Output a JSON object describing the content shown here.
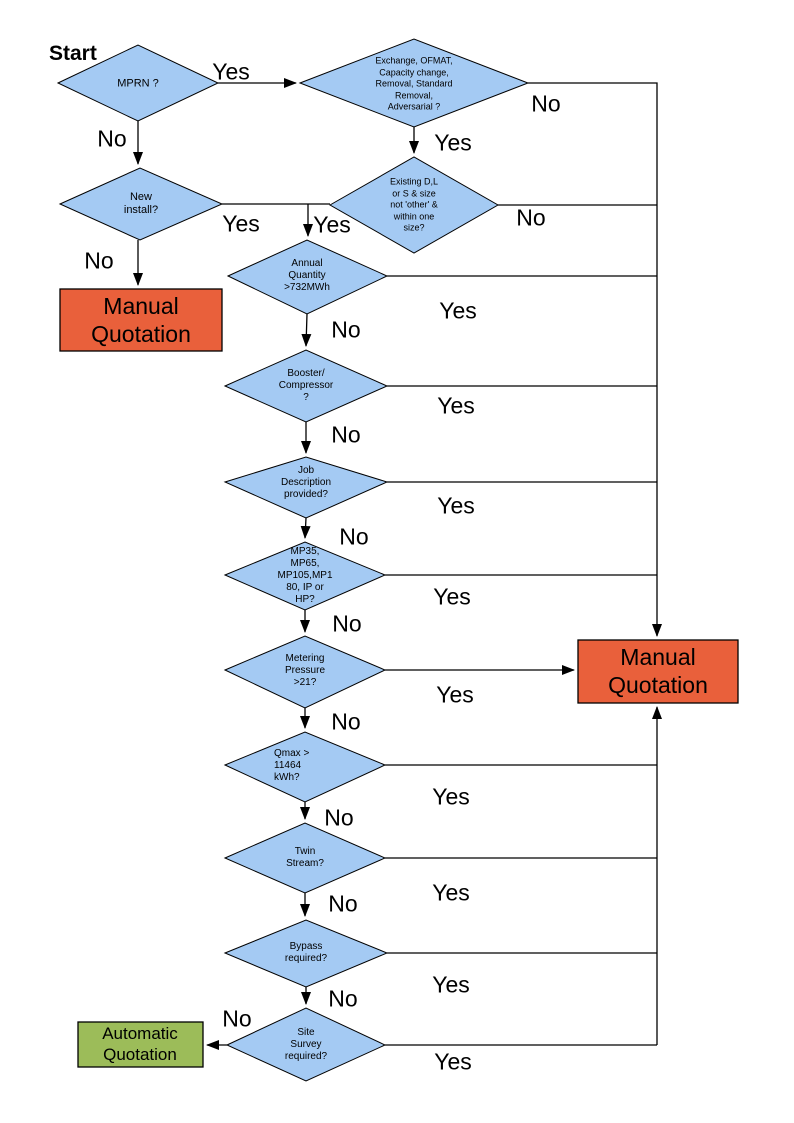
{
  "colors": {
    "decision_fill": "#A4CAF3",
    "decision_border": "#000000",
    "manual_fill": "#E9603B",
    "automatic_fill": "#9CBC59",
    "line": "#000000"
  },
  "start_label": "Start",
  "nodes": {
    "mprn": {
      "label": "MPRN ?"
    },
    "exchange": {
      "label": "Exchange, OFMAT,\nCapacity change,\nRemoval, Standard\nRemoval,\nAdversarial ?"
    },
    "new_install": {
      "label": "New\ninstall?"
    },
    "existing": {
      "label": "Existing D,L\nor S & size\nnot 'other' &\nwithin one\nsize?"
    },
    "annual_quantity": {
      "label": "Annual\nQuantity\n>732MWh"
    },
    "booster": {
      "label": "Booster/\nCompressor\n?"
    },
    "job_description": {
      "label": "Job\nDescription\nprovided?"
    },
    "pressure_tier": {
      "label": "MP35,\nMP65,\nMP105,MP1\n80, IP or\nHP?"
    },
    "metering_pressure": {
      "label": "Metering\nPressure\n>21?"
    },
    "qmax": {
      "label": "Qmax >\n11464\nkWh?"
    },
    "twin_stream": {
      "label": "Twin\nStream?"
    },
    "bypass": {
      "label": "Bypass\nrequired?"
    },
    "site_survey": {
      "label": "Site\nSurvey\nrequired?"
    },
    "manual_quotation_left": {
      "label": "Manual\nQuotation"
    },
    "manual_quotation_right": {
      "label": "Manual\nQuotation"
    },
    "automatic_quotation": {
      "label": "Automatic\nQuotation"
    }
  },
  "edge_labels": {
    "mprn_yes": "Yes",
    "mprn_no": "No",
    "exchange_yes": "Yes",
    "exchange_no": "No",
    "new_install_yes": "Yes",
    "new_install_no": "No",
    "existing_yes": "Yes",
    "existing_no": "No",
    "annual_yes": "Yes",
    "annual_no": "No",
    "booster_yes": "Yes",
    "booster_no": "No",
    "job_yes": "Yes",
    "job_no": "No",
    "pressure_tier_yes": "Yes",
    "pressure_tier_no": "No",
    "metering_yes": "Yes",
    "metering_no": "No",
    "qmax_yes": "Yes",
    "qmax_no": "No",
    "twin_yes": "Yes",
    "twin_no": "No",
    "bypass_yes": "Yes",
    "bypass_no": "No",
    "site_yes": "Yes",
    "site_no": "No"
  }
}
